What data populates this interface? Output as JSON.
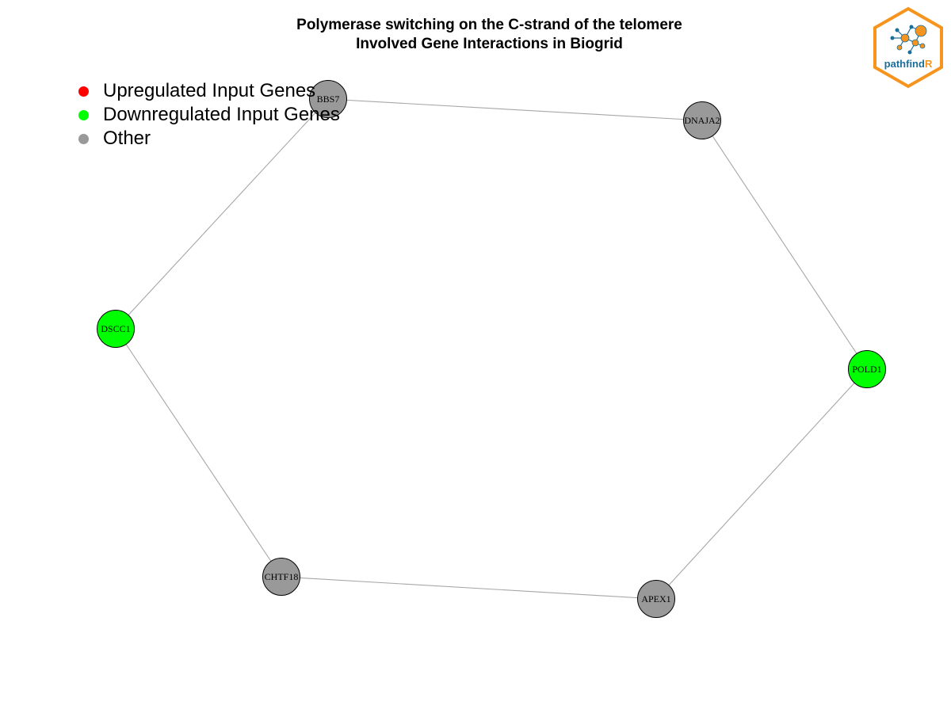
{
  "title": {
    "line1": "Polymerase switching on the C-strand of the telomere",
    "line2": "Involved Gene Interactions in Biogrid"
  },
  "legend": [
    {
      "label": "Upregulated Input Genes",
      "color": "#ff0000"
    },
    {
      "label": "Downregulated Input Genes",
      "color": "#00ff00"
    },
    {
      "label": "Other",
      "color": "#999999"
    }
  ],
  "logo": {
    "text_main": "pathfind",
    "text_accent": "R",
    "border_color": "#f7941d",
    "accent_color": "#f7941d",
    "text_color": "#1b6e9a"
  },
  "nodes": [
    {
      "id": "BBS7",
      "status": "other"
    },
    {
      "id": "DNAJA2",
      "status": "other"
    },
    {
      "id": "POLD1",
      "status": "down"
    },
    {
      "id": "APEX1",
      "status": "other"
    },
    {
      "id": "CHTF18",
      "status": "other"
    },
    {
      "id": "DSCC1",
      "status": "down"
    }
  ],
  "edges": [
    [
      "BBS7",
      "DNAJA2"
    ],
    [
      "DNAJA2",
      "POLD1"
    ],
    [
      "POLD1",
      "APEX1"
    ],
    [
      "APEX1",
      "CHTF18"
    ],
    [
      "CHTF18",
      "DSCC1"
    ],
    [
      "DSCC1",
      "BBS7"
    ]
  ],
  "colors": {
    "up": "#ff0000",
    "down": "#00ff00",
    "other": "#999999",
    "edge": "#a6a6a6"
  }
}
